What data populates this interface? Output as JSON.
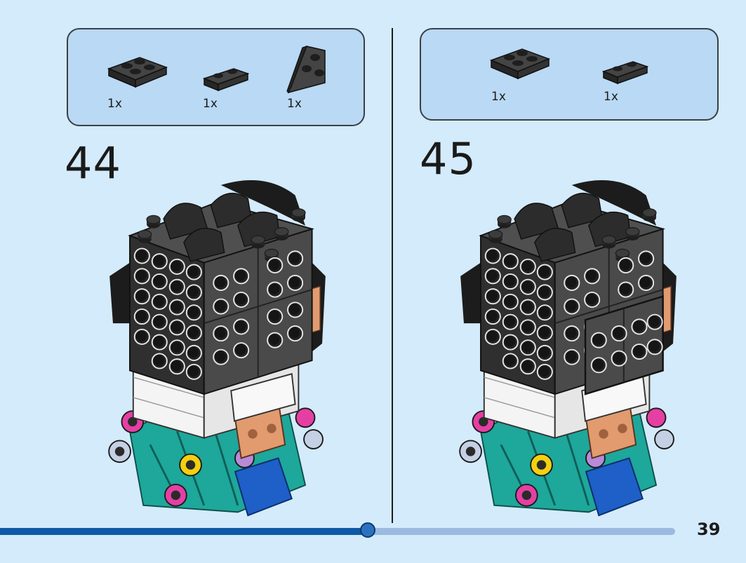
{
  "steps": [
    {
      "number": "44",
      "parts": [
        {
          "qty": "1x",
          "icon": "plate-2x2-dark-gray-icon"
        },
        {
          "qty": "1x",
          "icon": "plate-1x2-dark-gray-icon"
        },
        {
          "qty": "1x",
          "icon": "wedge-plate-dark-gray-icon"
        }
      ]
    },
    {
      "number": "45",
      "parts": [
        {
          "qty": "1x",
          "icon": "plate-2x2-dark-gray-icon"
        },
        {
          "qty": "1x",
          "icon": "plate-1x2-dark-gray-icon"
        }
      ]
    }
  ],
  "page": {
    "number": "39",
    "progress": 0.545
  },
  "colors": {
    "background": "#d4ebfb",
    "parts_box": "#b9d9f4",
    "brick_dark_gray": "#4a4a4a",
    "brick_black": "#1f1f1f",
    "teal": "#1ea79b",
    "blue": "#1e5fc8",
    "tan": "#e19b6f",
    "white": "#f4f4f4",
    "progress_fill": "#0e5aa7",
    "progress_track": "#9cb9e0"
  }
}
